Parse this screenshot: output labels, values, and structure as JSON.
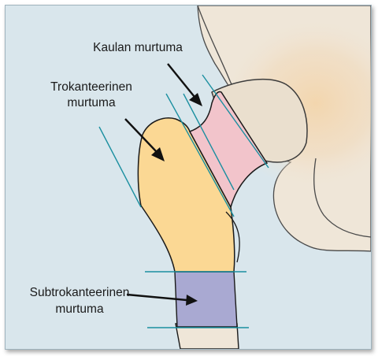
{
  "labels": {
    "neck": "Kaulan murtuma",
    "trochanteric_line1": "Trokanteerinen",
    "trochanteric_line2": "murtuma",
    "subtrochanteric_line1": "Subtrokanteerinen",
    "subtrochanteric_line2": "murtuma"
  },
  "colors": {
    "background": "#d9e6ec",
    "pelvis": "#efe6d8",
    "acetabulum_glow": "#f2d7b0",
    "femoral_head": "#eadfce",
    "trochanteric_region": "#fbd894",
    "neck_region": "#f2c4cb",
    "subtrochanteric_region": "#a9a9d2",
    "shaft": "#efe6d8",
    "guide_lines": "#1b8fa0",
    "outline": "#1a1a1a"
  },
  "icons": [
    "arrow-icon",
    "arrow-icon",
    "arrow-icon"
  ]
}
